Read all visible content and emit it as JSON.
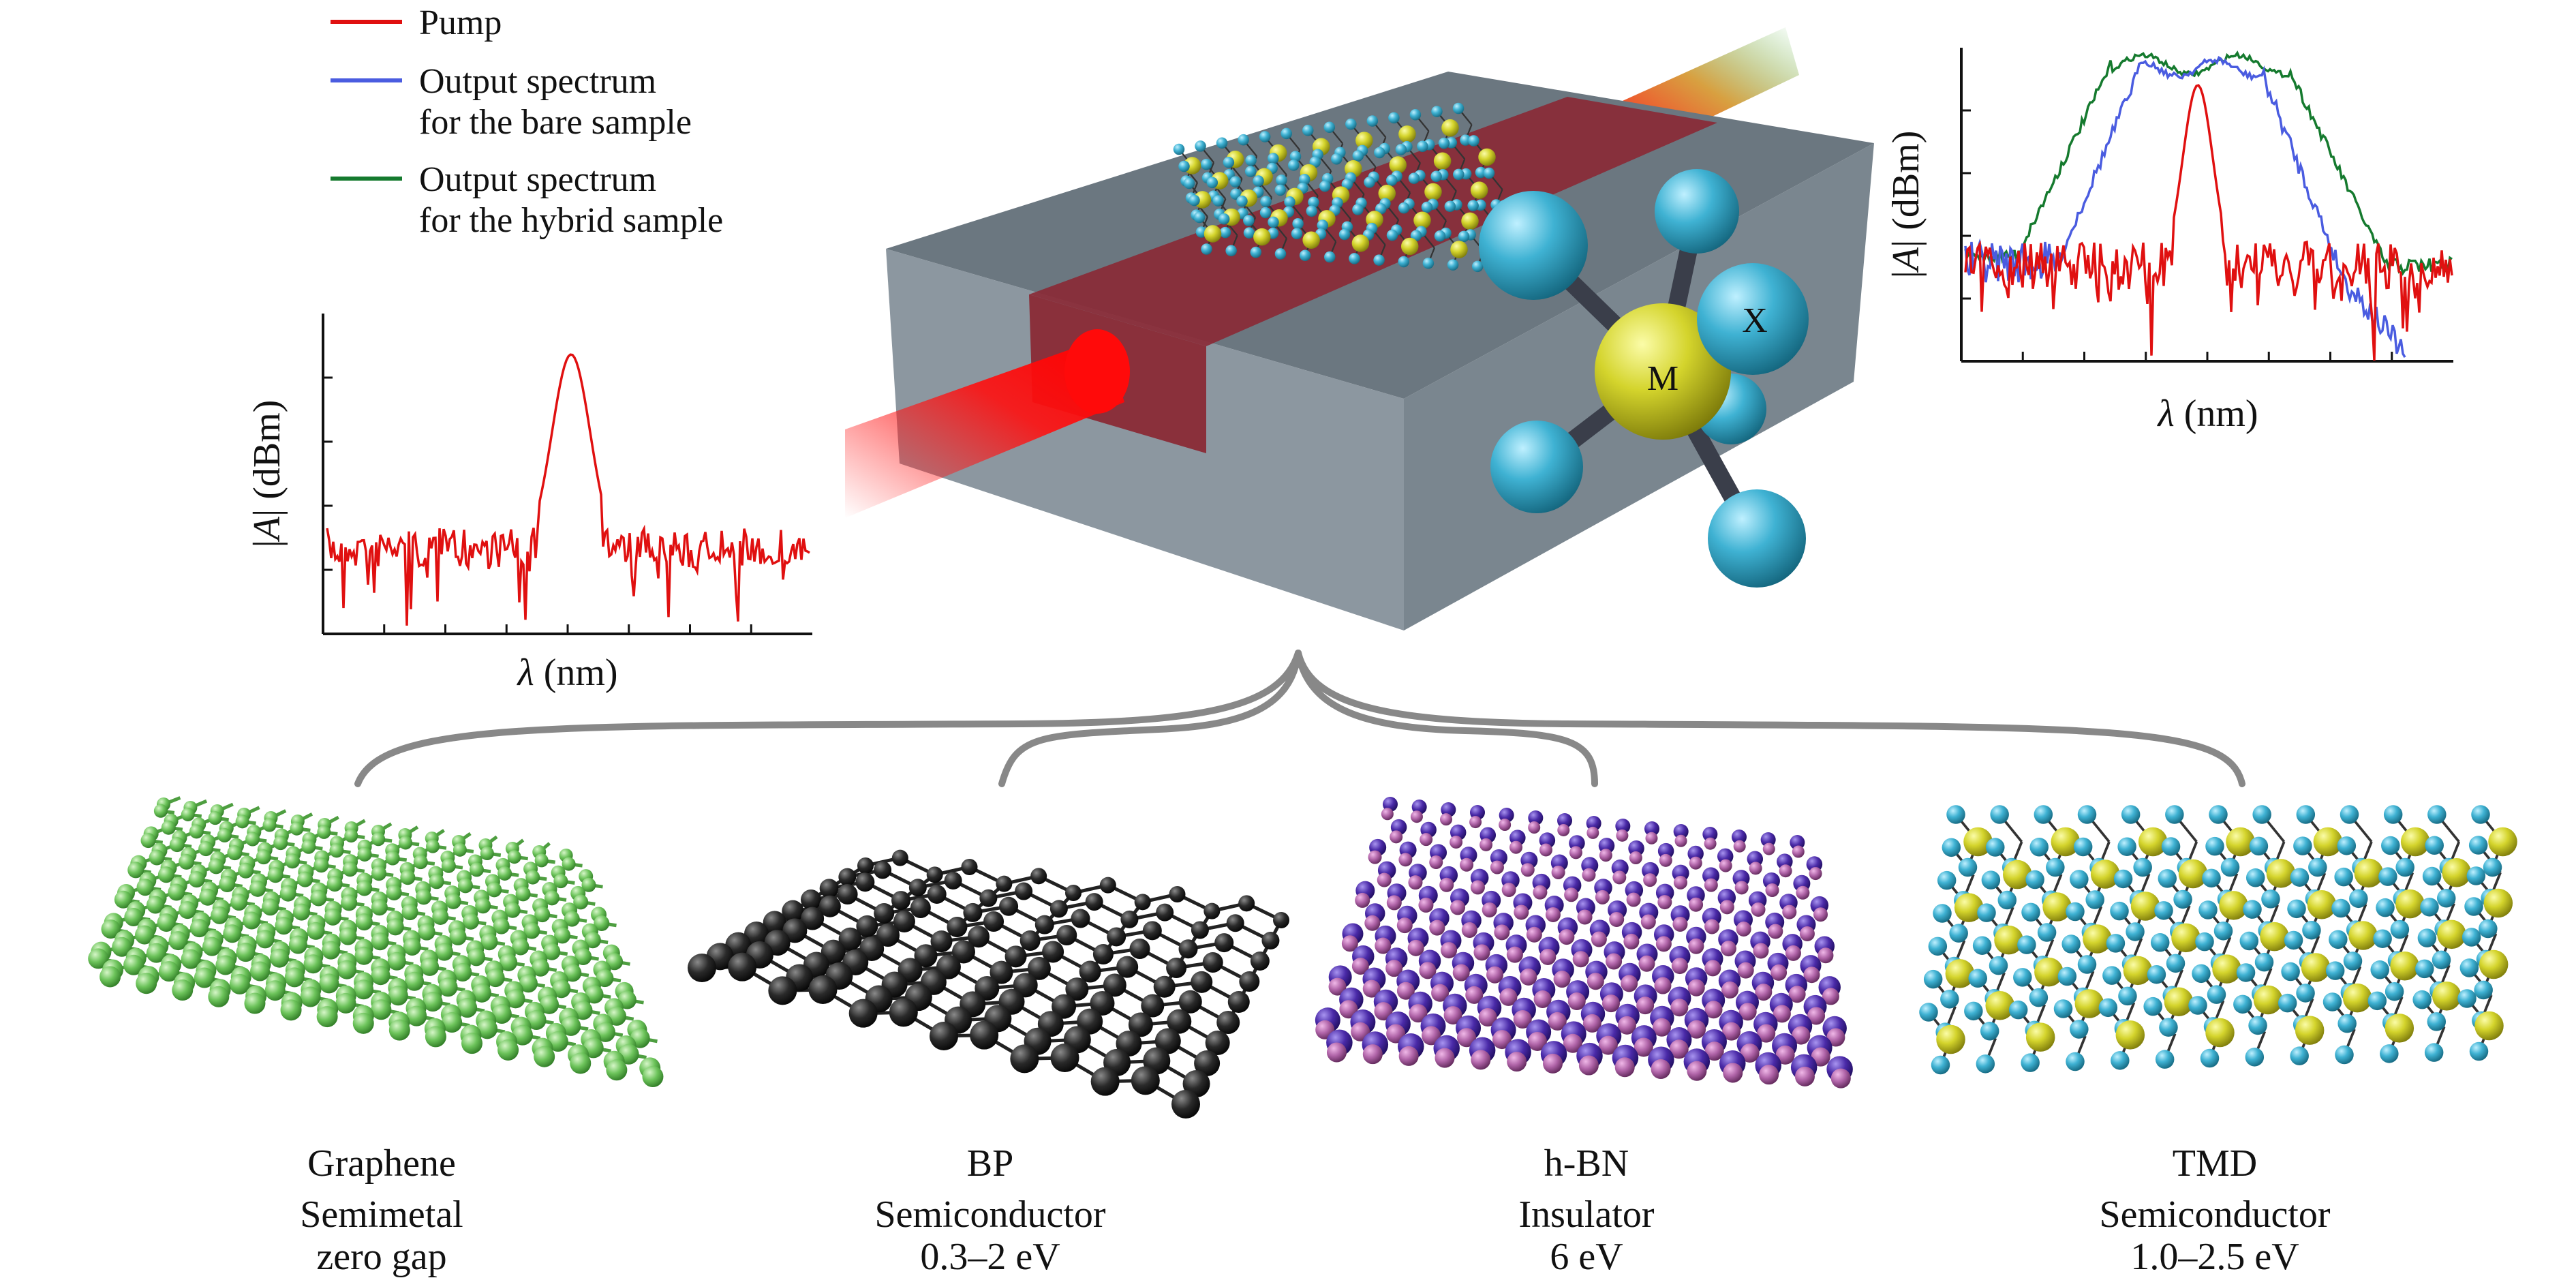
{
  "legend": [
    {
      "lines": [
        "Pump"
      ],
      "color": "#e01010"
    },
    {
      "lines": [
        "Output spectrum",
        "for the bare sample"
      ],
      "color": "#4a5ce0"
    },
    {
      "lines": [
        "Output spectrum",
        "for the hybrid sample"
      ],
      "color": "#157a2e"
    }
  ],
  "left_plot": {
    "ylabel_pre": "|",
    "ylabel_italic": "A",
    "ylabel_post": "| (dBm)",
    "xlabel_italic": "λ",
    "xlabel_post": " (nm)"
  },
  "right_plot": {
    "ylabel_pre": "|",
    "ylabel_italic": "A",
    "ylabel_post": "| (dBm)",
    "xlabel_italic": "λ",
    "xlabel_post": " (nm)"
  },
  "atoms": {
    "metal": "M",
    "chalcogen": "X"
  },
  "materials": [
    {
      "name": "Graphene",
      "type": "Semimetal",
      "gap": "zero gap",
      "atom_color": "#6cc35a"
    },
    {
      "name": "BP",
      "type": "Semiconductor",
      "gap": "0.3–2 eV",
      "atom_color": "#2a2a2a"
    },
    {
      "name": "h-BN",
      "type": "Insulator",
      "gap": "6 eV",
      "atom_color": "#4a2aa8"
    },
    {
      "name": "TMD",
      "type": "Semiconductor",
      "gap": "1.0–2.5 eV",
      "atom_color": "#d8d430"
    }
  ],
  "colors": {
    "waveguide_top": "#6b7780",
    "waveguide_front": "#8c97a0",
    "waveguide_side": "#7a868f",
    "pump": "#e01010",
    "bracket": "#888888"
  }
}
